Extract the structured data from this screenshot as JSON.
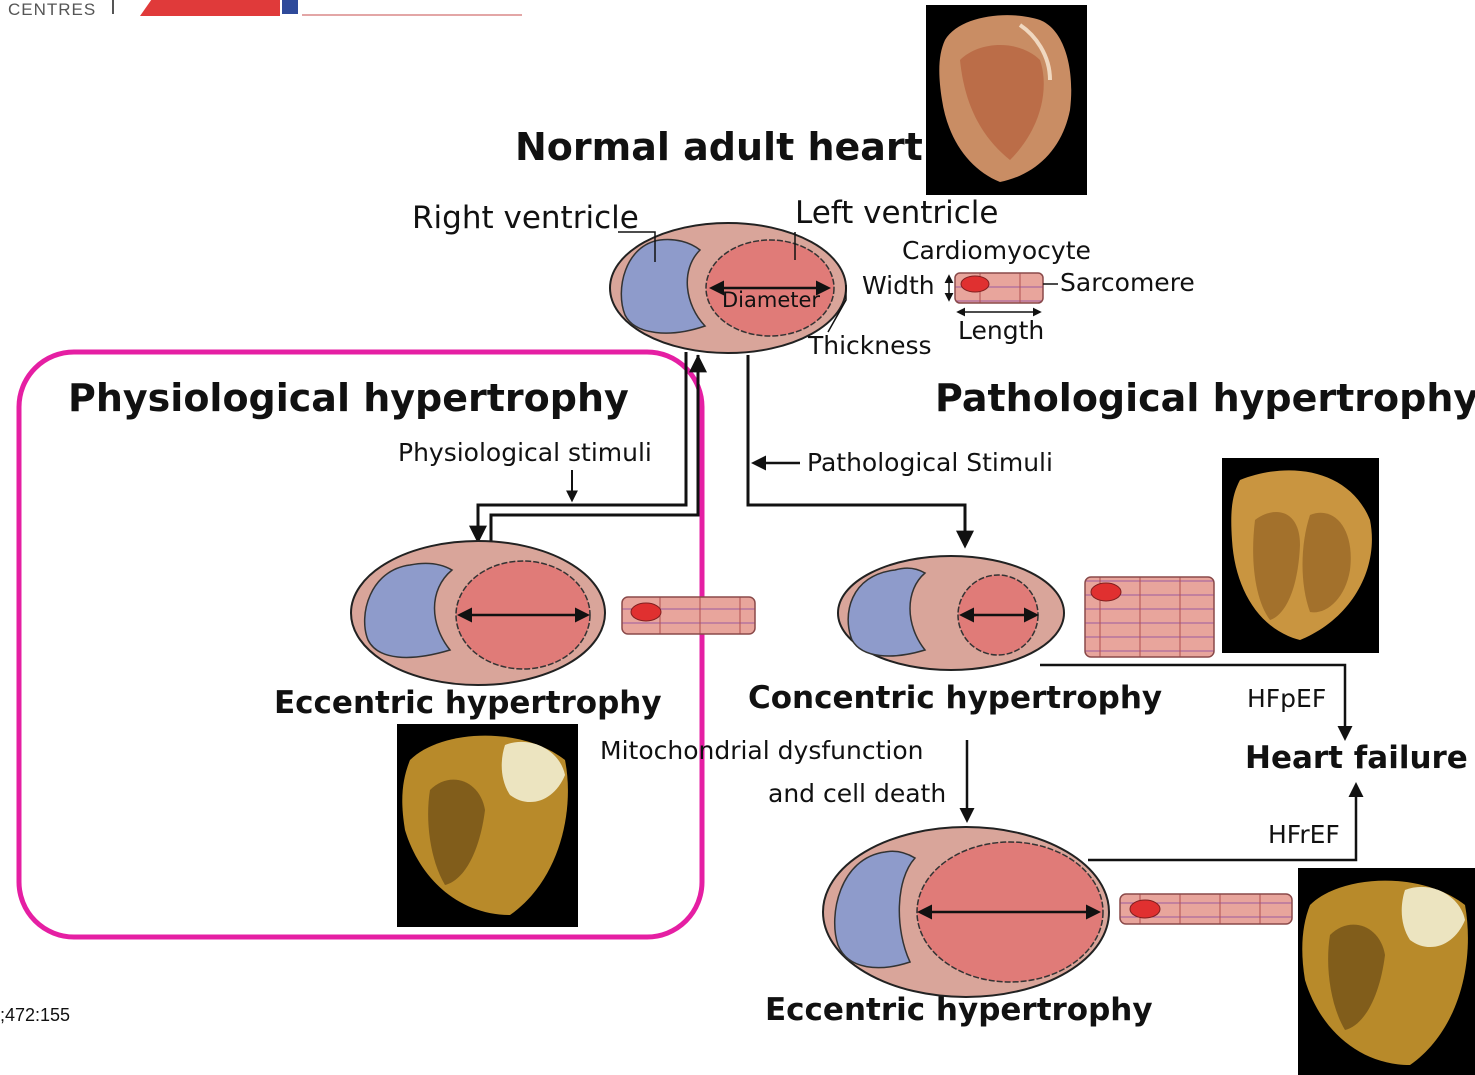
{
  "header": {
    "logo_text": "CENTRES",
    "colors": {
      "logo_red": "#e03a3a",
      "logo_blue": "#2e4a9a"
    }
  },
  "titles": {
    "normal_heart": "Normal adult heart",
    "physiological": "Physiological hypertrophy",
    "pathological": "Pathological hypertrophy"
  },
  "labels": {
    "right_ventricle": "Right ventricle",
    "left_ventricle": "Left ventricle",
    "cardiomyocyte": "Cardiomyocyte",
    "width": "Width",
    "sarcomere": "Sarcomere",
    "diameter": "Diameter",
    "thickness": "Thickness",
    "length": "Length",
    "physiological_stimuli": "Physiological stimuli",
    "pathological_stimuli": "Pathological Stimuli",
    "eccentric_left": "Eccentric hypertrophy",
    "concentric": "Concentric hypertrophy",
    "mito_line1": "Mitochondrial dysfunction",
    "mito_line2": "and cell death",
    "hfpef": "HFpEF",
    "heart_failure": "Heart failure",
    "hfref": "HFrEF",
    "eccentric_bottom": "Eccentric hypertrophy"
  },
  "citation": ";472:155",
  "colors": {
    "highlight_box": "#e51fa3",
    "outer_wall": "#d9a59a",
    "left_ventricle": "#e07b78",
    "right_ventricle": "#8e9bcb",
    "text": "#111111"
  }
}
